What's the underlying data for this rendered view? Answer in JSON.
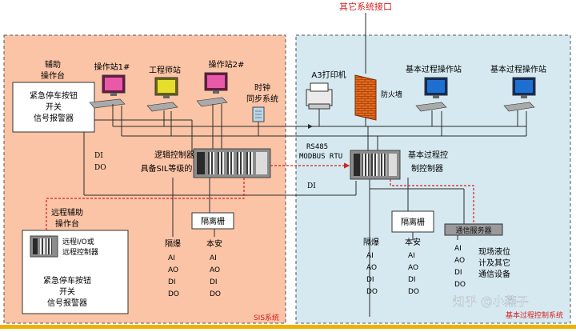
{
  "top_label": "其它系统接口",
  "sis": {
    "region_label": "SIS系统",
    "aux_console_title": [
      "辅助",
      "操作台"
    ],
    "aux_console_lines": [
      "紧急停车按钮",
      "开关",
      "信号报警器"
    ],
    "station1": "操作站1#",
    "engineer_station": "工程师站",
    "station2": "操作站2#",
    "clock_sync": [
      "时钟",
      "同步系统"
    ],
    "di_do": [
      "DI",
      "DO"
    ],
    "logic_controller": [
      "逻辑控制器",
      "具备SIL等级的"
    ],
    "remote_aux_title": [
      "远程辅助",
      "操作台"
    ],
    "remote_io": [
      "远程I/O或",
      "远程控制器"
    ],
    "remote_console_lines": [
      "紧急停车按钮",
      "开关",
      "信号报警器"
    ],
    "isolation_barrier": "隔离栅",
    "explosion_proof": "隔爆",
    "intrinsic_safe": "本安",
    "signals": [
      "AI",
      "AO",
      "DI",
      "DO"
    ]
  },
  "bpcs": {
    "region_label": "基本过程控制系统",
    "printer": "A3打印机",
    "firewall": "防火墙",
    "process_station_1": "基本过程操作站",
    "process_station_2": "基本过程操作站",
    "rs485": [
      "RS485",
      "MODBUS RTU"
    ],
    "process_controller": [
      "基本过程控",
      "制控制器"
    ],
    "di": "DI",
    "isolation_barrier": "隔离栅",
    "explosion_proof": "隔爆",
    "intrinsic_safe": "本安",
    "comm_server": "通信服务器",
    "signals": [
      "AI",
      "AO",
      "DI",
      "DO"
    ],
    "field_devices": [
      "现场液位",
      "计及其它",
      "通信设备"
    ]
  },
  "watermark": "知乎 @小燕子",
  "colors": {
    "sis_bg": "#fbc4a6",
    "bpcs_bg": "#d6e9f1",
    "red_accent": "#d62020",
    "bus_line": "#2b2b2b",
    "controller_gray": "#8c8c8c",
    "screen_pink": "#e85aa8",
    "screen_yellow": "#e5de2a",
    "screen_blue": "#1f6fd0",
    "firewall_orange": "#e46a1e"
  }
}
